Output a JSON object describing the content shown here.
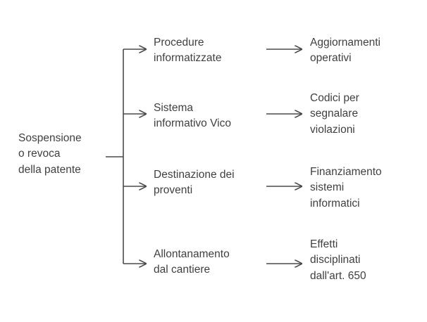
{
  "diagram": {
    "type": "tree",
    "root": {
      "label": "Sospensione\no revoca\ndella patente"
    },
    "branches": [
      {
        "mid": "Procedure\ninformatizzate",
        "leaf": "Aggiornamenti\noperativi"
      },
      {
        "mid": "Sistema\ninformativo Vico",
        "leaf": "Codici per\nsegnalare\nviolazioni"
      },
      {
        "mid": "Destinazione dei\nproventi",
        "leaf": "Finanziamento\nsistemi\ninformatici"
      },
      {
        "mid": "Allontanamento\ndal cantiere",
        "leaf": "Effetti\ndisciplinati\ndall'art. 650"
      }
    ],
    "colors": {
      "text": "#404040",
      "line": "#4a4a4a",
      "background": "#ffffff"
    }
  }
}
